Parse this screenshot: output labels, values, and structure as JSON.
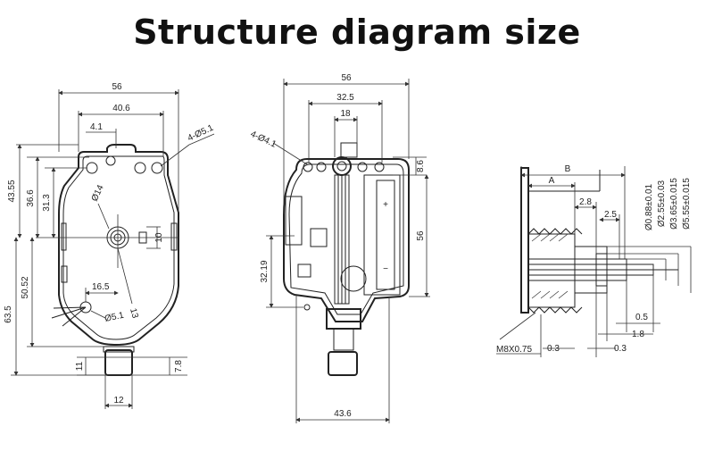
{
  "title": "Structure diagram size",
  "left_view": {
    "width_56": "56",
    "dim_40_6": "40.6",
    "dim_4_1": "4.1",
    "hole_label": "4-Ø5.1",
    "dim_43_55": "43.55",
    "dim_36_6": "36.6",
    "dim_31_3": "31.3",
    "shaft_dia": "Ø14",
    "dim_10": "10",
    "dim_50_52": "50.52",
    "dim_63_5": "63.5",
    "dim_16_5": "16.5",
    "dim_13": "13",
    "hole_bottom": "Ø5.1",
    "dim_11": "11",
    "dim_7_8": "7.8",
    "dim_12": "12"
  },
  "middle_view": {
    "width_56": "56",
    "dim_32_5": "32.5",
    "dim_18": "18",
    "hole_label": "4-Ø4.1",
    "dim_8_6": "8.6",
    "height_56": "56",
    "dim_32_19": "32.19",
    "dim_43_6": "43.6"
  },
  "right_view": {
    "label_b": "B",
    "label_a": "A",
    "dim_2_8": "2.8",
    "dim_2_5": "2.5",
    "dia_1": "Ø0.88±0.01",
    "dia_2": "Ø2.55±0.03",
    "dia_3": "Ø3.65±0.015",
    "dia_4": "Ø5.55±0.015",
    "dim_0_5": "0.5",
    "dim_1_8": "1.8",
    "thread": "M8X0.75",
    "dim_0_3_a": "0.3",
    "dim_0_3_b": "0.3"
  }
}
